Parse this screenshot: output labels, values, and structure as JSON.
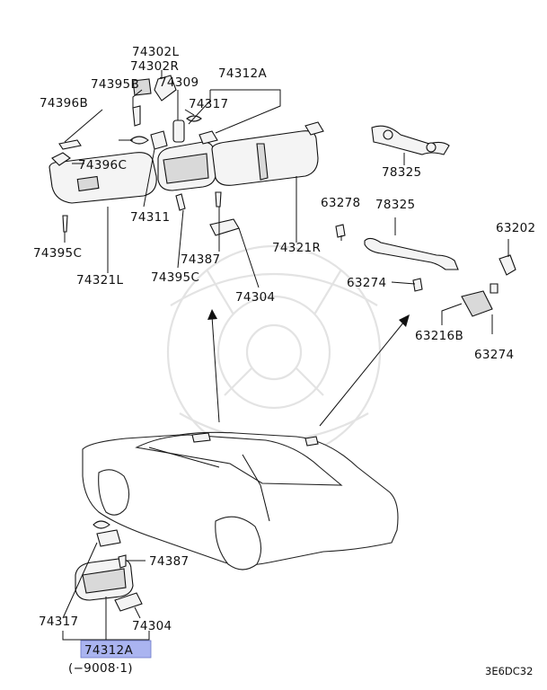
{
  "labels": {
    "l74302L": "74302L",
    "l74302R": "74302R",
    "l74395B": "74395B",
    "l74309": "74309",
    "l74312A_top": "74312A",
    "l74396B": "74396B",
    "l74317_top": "74317",
    "l74396C": "74396C",
    "l74311": "74311",
    "l74395C_left": "74395C",
    "l74321L": "74321L",
    "l74387_top": "74387",
    "l74395C_mid": "74395C",
    "l74304_top": "74304",
    "l74321R": "74321R",
    "l78325_top": "78325",
    "l63278": "63278",
    "l78325_mid": "78325",
    "l63274_left": "63274",
    "l63202": "63202",
    "l63216B": "63216B",
    "l63274_right": "63274",
    "l74387_bot": "74387",
    "l74317_bot": "74317",
    "l74304_bot": "74304",
    "l74312A_bot": "74312A",
    "date_note": "(−9008·1)",
    "diagram_code": "3E6DC32"
  },
  "colors": {
    "highlight": "#aab4f0",
    "line": "#111111",
    "watermark": "#e3e3e3"
  }
}
